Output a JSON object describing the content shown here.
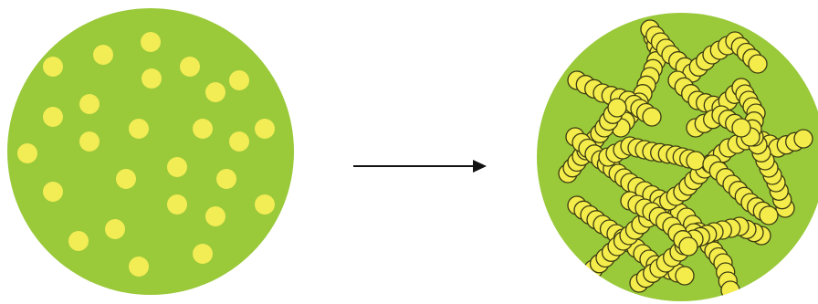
{
  "colors": {
    "background": "#ffffff",
    "disc": "#9ac93a",
    "dot": "#f2ec55",
    "bead": "#f4ec4a",
    "bead_outline": "#3a3a12",
    "arrow": "#111111"
  },
  "panels": [
    {
      "name": "left-disc",
      "state": "dispersed-dots"
    },
    {
      "name": "right-disc",
      "state": "bead-chains"
    }
  ],
  "arrow": {
    "direction": "right"
  }
}
